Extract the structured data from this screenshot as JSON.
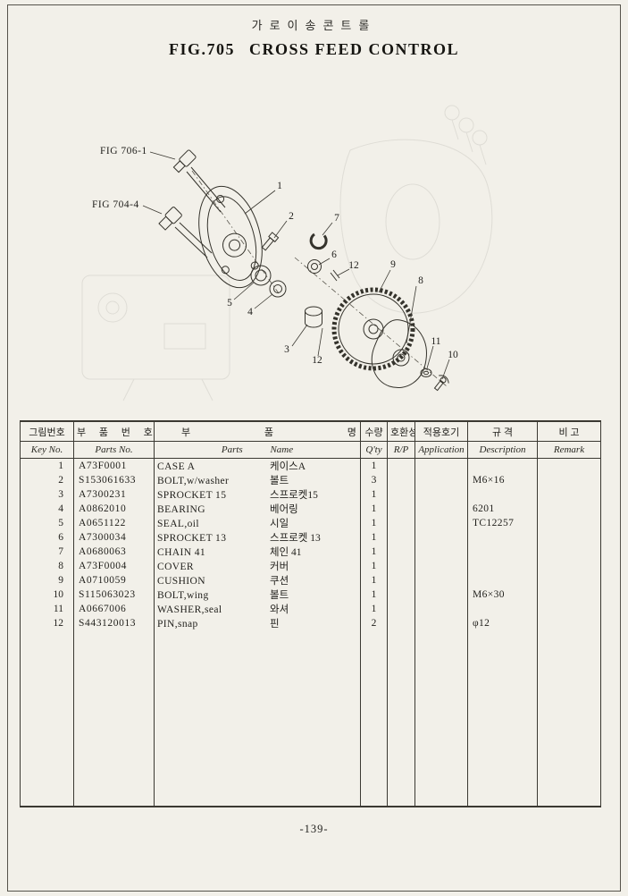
{
  "header": {
    "korean_title": "가로이송콘트롤",
    "figure_number": "FIG.705",
    "figure_name": "CROSS FEED CONTROL"
  },
  "figure": {
    "ref_labels": [
      "FIG 706-1",
      "FIG 704-4"
    ],
    "callouts": [
      "1",
      "2",
      "7",
      "6",
      "12",
      "9",
      "8",
      "5",
      "4",
      "3",
      "12",
      "11",
      "10"
    ]
  },
  "table": {
    "columns": [
      {
        "kr": "그림번호",
        "en": "Key  No."
      },
      {
        "kr": "부 품 번 호",
        "en": "Parts  No."
      },
      {
        "kr": "부 품 명",
        "en": "Parts Name"
      },
      {
        "kr": "수량",
        "en": "Q'ty"
      },
      {
        "kr": "호환성",
        "en": "R/P"
      },
      {
        "kr": "적용호기",
        "en": "Application"
      },
      {
        "kr": "규 격",
        "en": "Description"
      },
      {
        "kr": "비  고",
        "en": "Remark"
      }
    ],
    "rows": [
      {
        "key": "1",
        "part_no": "A73F0001",
        "name_en": "CASE A",
        "name_kr": "케이스A",
        "qty": "1",
        "rp": "",
        "application": "",
        "description": "",
        "remark": ""
      },
      {
        "key": "2",
        "part_no": "S153061633",
        "name_en": "BOLT,w/washer",
        "name_kr": "볼트",
        "qty": "3",
        "rp": "",
        "application": "",
        "description": "M6×16",
        "remark": ""
      },
      {
        "key": "3",
        "part_no": "A7300231",
        "name_en": "SPROCKET 15",
        "name_kr": "스프로켓15",
        "qty": "1",
        "rp": "",
        "application": "",
        "description": "",
        "remark": ""
      },
      {
        "key": "4",
        "part_no": "A0862010",
        "name_en": "BEARING",
        "name_kr": "베어링",
        "qty": "1",
        "rp": "",
        "application": "",
        "description": "6201",
        "remark": ""
      },
      {
        "key": "5",
        "part_no": "A0651122",
        "name_en": "SEAL,oil",
        "name_kr": "시일",
        "qty": "1",
        "rp": "",
        "application": "",
        "description": "TC12257",
        "remark": ""
      },
      {
        "key": "6",
        "part_no": "A7300034",
        "name_en": "SPROCKET 13",
        "name_kr": "스프로켓 13",
        "qty": "1",
        "rp": "",
        "application": "",
        "description": "",
        "remark": ""
      },
      {
        "key": "7",
        "part_no": "A0680063",
        "name_en": "CHAIN 41",
        "name_kr": "체인 41",
        "qty": "1",
        "rp": "",
        "application": "",
        "description": "",
        "remark": ""
      },
      {
        "key": "8",
        "part_no": "A73F0004",
        "name_en": "COVER",
        "name_kr": "커버",
        "qty": "1",
        "rp": "",
        "application": "",
        "description": "",
        "remark": ""
      },
      {
        "key": "9",
        "part_no": "A0710059",
        "name_en": "CUSHION",
        "name_kr": "쿠션",
        "qty": "1",
        "rp": "",
        "application": "",
        "description": "",
        "remark": ""
      },
      {
        "key": "10",
        "part_no": "S115063023",
        "name_en": "BOLT,wing",
        "name_kr": "볼트",
        "qty": "1",
        "rp": "",
        "application": "",
        "description": "M6×30",
        "remark": ""
      },
      {
        "key": "11",
        "part_no": "A0667006",
        "name_en": "WASHER,seal",
        "name_kr": "와셔",
        "qty": "1",
        "rp": "",
        "application": "",
        "description": "",
        "remark": ""
      },
      {
        "key": "12",
        "part_no": "S443120013",
        "name_en": "PIN,snap",
        "name_kr": "핀",
        "qty": "2",
        "rp": "",
        "application": "",
        "description": "φ12",
        "remark": ""
      }
    ]
  },
  "footer": {
    "page_number": "-139-"
  }
}
